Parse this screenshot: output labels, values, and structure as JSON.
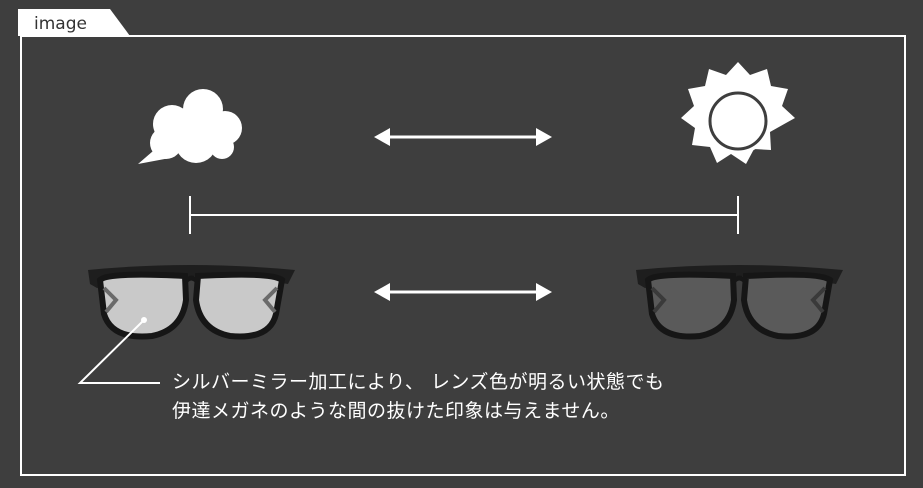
{
  "tab": {
    "label": "image"
  },
  "caption": {
    "line1": "シルバーミラー加工により、 レンズ色が明るい状態でも",
    "line2": "伊達メガネのような間の抜けた印象は与えません。"
  },
  "icons": {
    "left_weather": "cloud-icon",
    "right_weather": "sun-icon",
    "left_glasses": "light-lens-glasses-icon",
    "right_glasses": "dark-lens-glasses-icon"
  },
  "colors": {
    "background": "#3e3e3e",
    "line": "#ffffff",
    "tab": "#ffffff",
    "dark_lens": "#5a5a5a",
    "light_lens": "#c9c9c9"
  }
}
